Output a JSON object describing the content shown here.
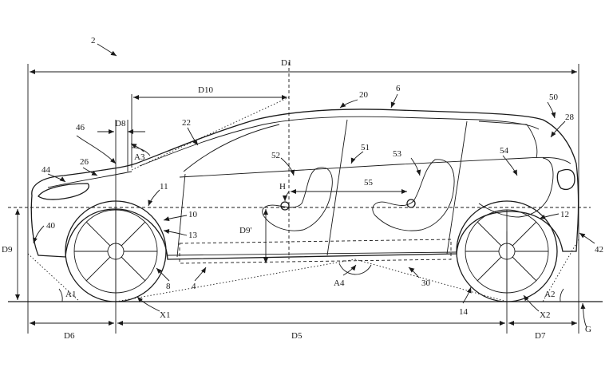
{
  "figure": {
    "number": "2",
    "dimensions": {
      "d1": "D1",
      "d5": "D5",
      "d6": "D6",
      "d7": "D7",
      "d8": "D8",
      "d9": "D9",
      "d9p": "D9'",
      "d10": "D10"
    },
    "angles": {
      "a1": "A1",
      "a2": "A2",
      "a3": "A3",
      "a4": "A4"
    },
    "points": {
      "x1": "X1",
      "x2": "X2",
      "h": "H",
      "g": "G"
    },
    "refs": {
      "r4": "4",
      "r6": "6",
      "r8": "8",
      "r10": "10",
      "r11": "11",
      "r12": "12",
      "r13": "13",
      "r14": "14",
      "r20": "20",
      "r22": "22",
      "r26": "26",
      "r28": "28",
      "r30": "30",
      "r40": "40",
      "r42": "42",
      "r44": "44",
      "r46": "46",
      "r50": "50",
      "r51": "51",
      "r52": "52",
      "r53": "53",
      "r54": "54",
      "r55": "55"
    }
  }
}
